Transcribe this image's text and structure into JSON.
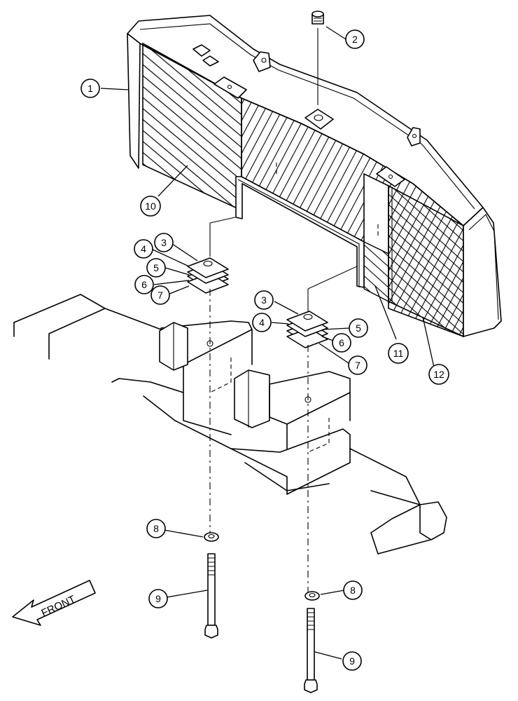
{
  "callouts": [
    {
      "id": "c1",
      "label": "1"
    },
    {
      "id": "c2",
      "label": "2"
    },
    {
      "id": "c3a",
      "label": "3"
    },
    {
      "id": "c4a",
      "label": "4"
    },
    {
      "id": "c5a",
      "label": "5"
    },
    {
      "id": "c6a",
      "label": "6"
    },
    {
      "id": "c7a",
      "label": "7"
    },
    {
      "id": "c3b",
      "label": "3"
    },
    {
      "id": "c4b",
      "label": "4"
    },
    {
      "id": "c5b",
      "label": "5"
    },
    {
      "id": "c6b",
      "label": "6"
    },
    {
      "id": "c7b",
      "label": "7"
    },
    {
      "id": "c8a",
      "label": "8"
    },
    {
      "id": "c8b",
      "label": "8"
    },
    {
      "id": "c9a",
      "label": "9"
    },
    {
      "id": "c9b",
      "label": "9"
    },
    {
      "id": "c10",
      "label": "10"
    },
    {
      "id": "c11",
      "label": "11"
    },
    {
      "id": "c12",
      "label": "12"
    }
  ],
  "direction_arrow": {
    "label": "FRONT"
  }
}
